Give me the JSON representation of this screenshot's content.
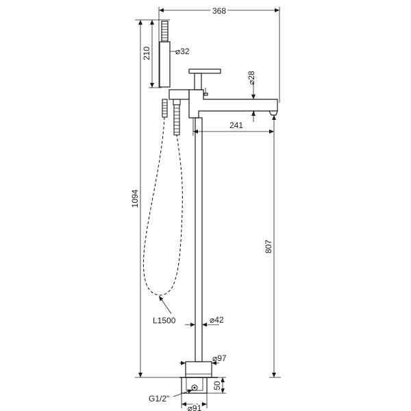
{
  "dimensions": {
    "overall_width": "368",
    "hand_shower_length": "210",
    "hand_shower_diameter": "⌀32",
    "spout_diameter": "⌀28",
    "spout_reach": "241",
    "total_height": "1094",
    "spout_height": "807",
    "hose_length": "L1500",
    "column_diameter": "⌀42",
    "base_diameter": "⌀97",
    "base_height": "50",
    "connection_diameter": "⌀91",
    "thread": "G1/2\""
  }
}
